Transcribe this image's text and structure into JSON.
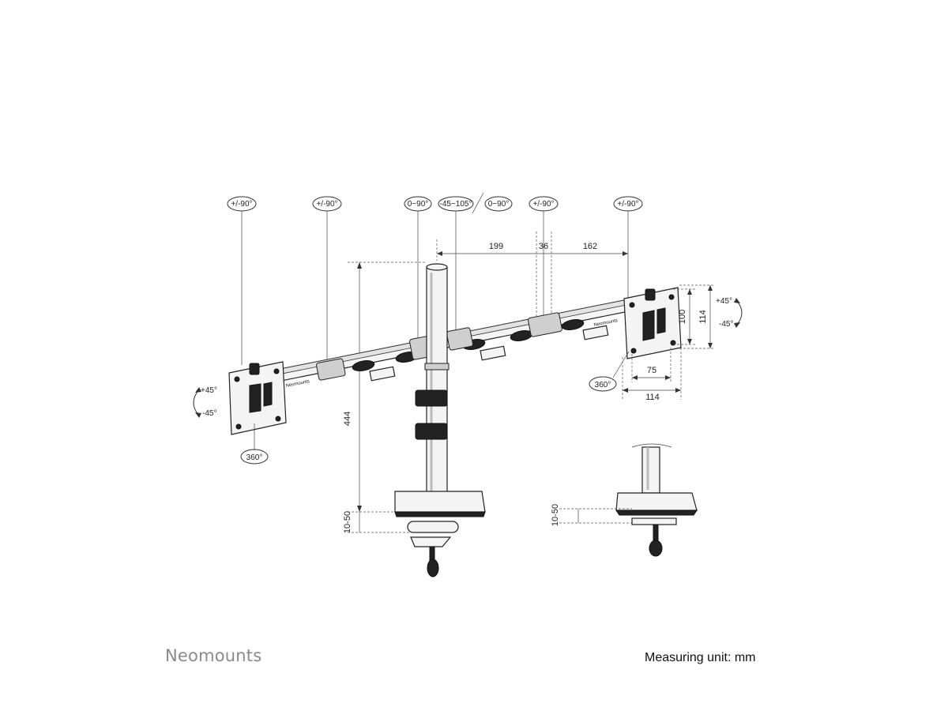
{
  "top_rotation_labels": [
    "+/-90°",
    "+/-90°",
    "0~90°",
    "-45~105°",
    "0~90°",
    "+/-90°",
    "+/-90°"
  ],
  "dimensions": {
    "arm_span_1": "199",
    "arm_span_2": "36",
    "arm_span_3": "162",
    "pole_height": "444",
    "desk_thickness": "10-50",
    "desk_thickness_detail": "10-50",
    "vesa_height_small": "100",
    "vesa_height_large": "114",
    "vesa_width_small": "75",
    "vesa_width_large": "114"
  },
  "tilt_labels": {
    "left_up": "+45°",
    "left_down": "-45°",
    "right_up": "+45°",
    "right_down": "-45°"
  },
  "swivel_labels": {
    "left": "360°",
    "right": "360°"
  },
  "arm_brand_text": "Neomounts",
  "footer": {
    "brand": "Neomounts",
    "measuring_unit": "Measuring unit: mm"
  }
}
